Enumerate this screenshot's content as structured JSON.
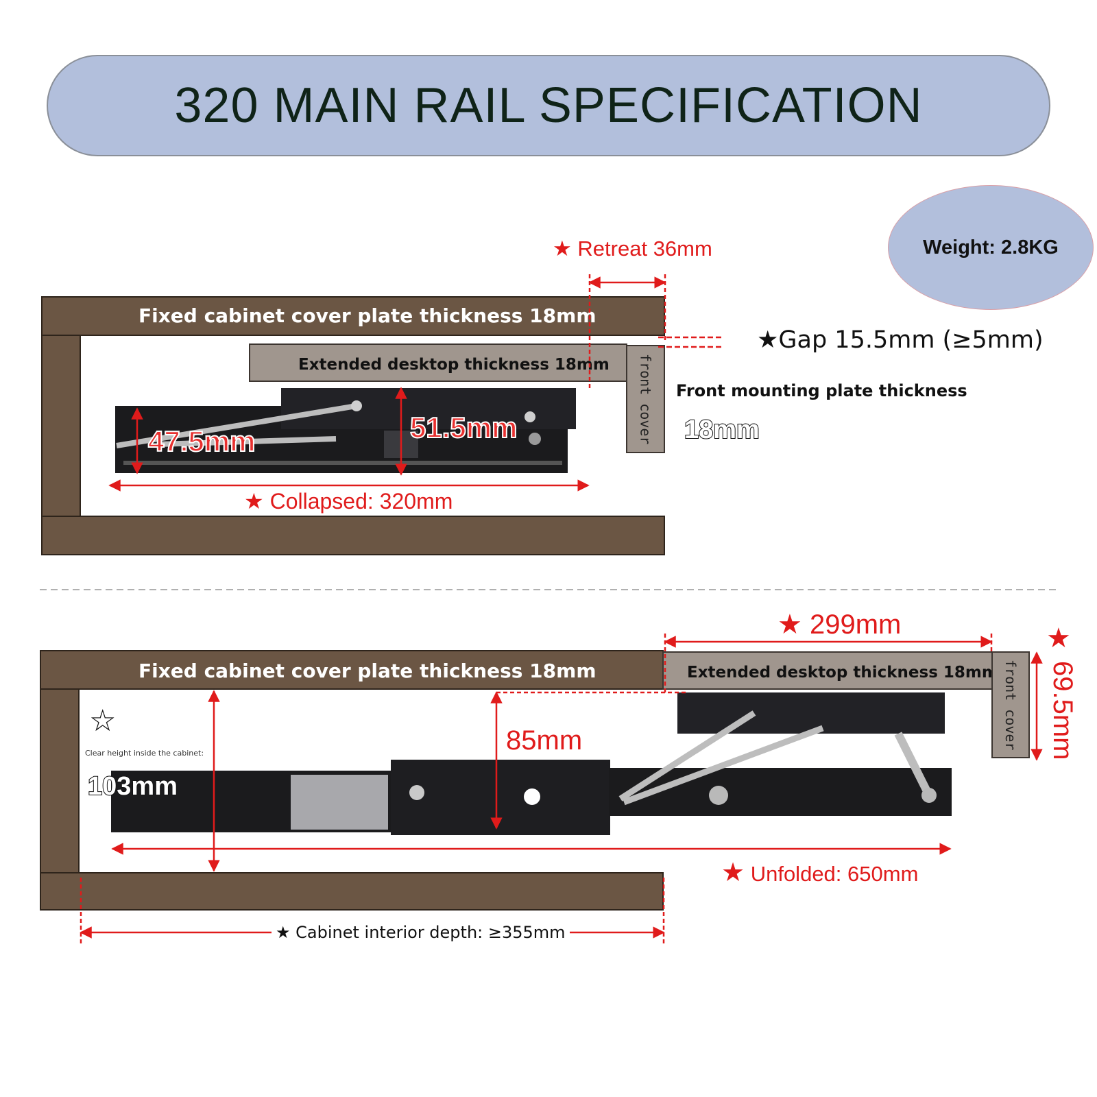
{
  "title": "320 MAIN RAIL SPECIFICATION",
  "weight": "Weight: 2.8KG",
  "colors": {
    "wood": "#6b5644",
    "desktop": "#a0968e",
    "dimension_red": "#e01b1b",
    "title_bg": "#b2bfdc",
    "rail": "#1b1b1d"
  },
  "top_diagram": {
    "cover_plate": "Fixed cabinet cover plate thickness 18mm",
    "desktop": "Extended desktop thickness 18mm",
    "front_cover": "front cover",
    "retreat": "Retreat 36mm",
    "gap": "Gap 15.5mm (≥5mm)",
    "front_plate_label": "Front mounting plate thickness",
    "front_plate_value": "18mm",
    "height_left": "47.5mm",
    "height_right": "51.5mm",
    "collapsed": "Collapsed: 320mm"
  },
  "bottom_diagram": {
    "cover_plate": "Fixed cabinet cover plate thickness 18mm",
    "desktop": "Extended desktop thickness 18mm",
    "front_cover": "front cover",
    "extension": "299mm",
    "height_side": "69.5mm",
    "clear_height_label": "Clear height inside the cabinet:",
    "clear_height_value": "103mm",
    "middle_height": "85mm",
    "unfolded": "Unfolded: 650mm",
    "interior_depth": "Cabinet interior depth: ≥355mm"
  }
}
